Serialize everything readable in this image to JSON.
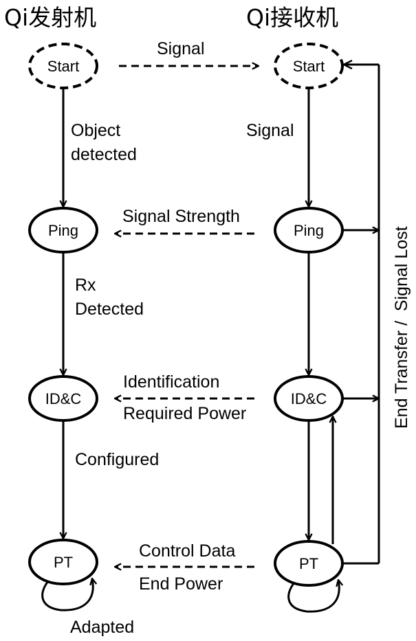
{
  "titles": {
    "transmitter": "Qi发射机",
    "receiver": "Qi接收机"
  },
  "transmitter_states": {
    "start": "Start",
    "ping": "Ping",
    "idc": "ID&C",
    "pt": "PT"
  },
  "receiver_states": {
    "start": "Start",
    "ping": "Ping",
    "idc": "ID&C",
    "pt": "PT"
  },
  "transitions": {
    "tx_start_ping": [
      "Object",
      "detected"
    ],
    "tx_ping_idc": [
      "Rx",
      "Detected"
    ],
    "tx_idc_pt": "Configured",
    "tx_pt_loop": "Adapted",
    "rx_start_ping": "Signal"
  },
  "messages": {
    "signal": "Signal",
    "signal_strength": "Signal Strength",
    "identification": [
      "Identification",
      "Required Power"
    ],
    "control": [
      "Control Data",
      "End Power"
    ]
  },
  "side_label": "End Transfer /  Signal Lost"
}
